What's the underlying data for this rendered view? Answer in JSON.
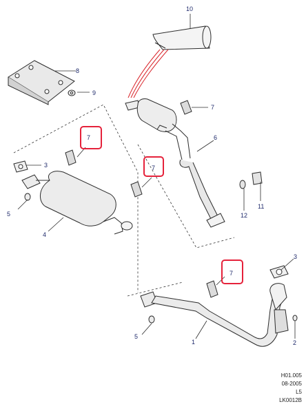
{
  "callouts": {
    "c10": "10",
    "c8": "8",
    "c9": "9",
    "c7a": "7",
    "c6": "6",
    "c7b": "7",
    "c3a": "3",
    "c7c": "7",
    "c12": "12",
    "c11": "11",
    "c5a": "5",
    "c4": "4",
    "c3b": "3",
    "c7d": "7",
    "c2": "2",
    "c5b": "5",
    "c1": "1"
  },
  "reference": {
    "code1": "H01.005",
    "date": "08-2005",
    "level": "L5",
    "code2": "LK0012B"
  },
  "colors": {
    "line": "#2b2b2b",
    "callout_text": "#1f2a6b",
    "highlight": "#e5213a",
    "pipe_highlight": "#d9242a"
  }
}
